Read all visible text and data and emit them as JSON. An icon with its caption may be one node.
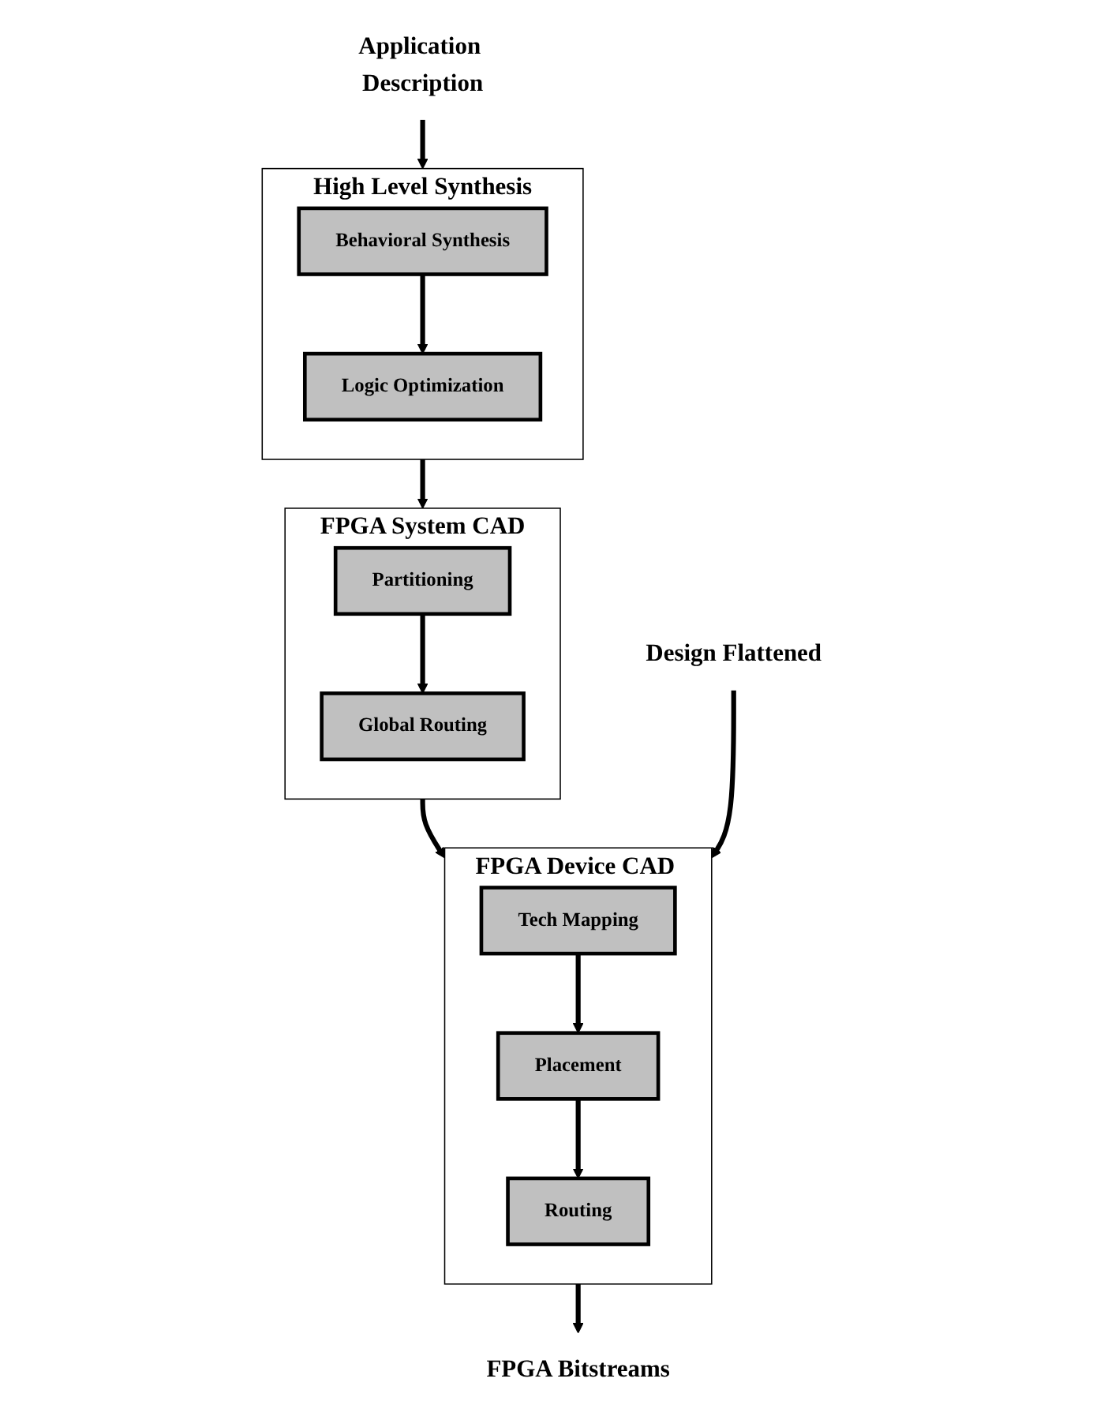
{
  "diagram": {
    "nodes": [
      {
        "text": [
          "Application Description"
        ]
      },
      {
        "text": [
          "High Level Synthesis"
        ]
      },
      {
        "text": [
          "Behavioral Synthesis"
        ],
        "in": 1
      },
      {
        "text": [
          "Logic Optimization"
        ],
        "in": 1
      },
      {
        "text": [
          "FPGA System CAD"
        ]
      },
      {
        "text": [
          "Partitioning"
        ],
        "in": 4
      },
      {
        "text": [
          "Global Routing"
        ],
        "in": 4
      },
      {
        "text": [
          "FPGA Device CAD (once per device)"
        ]
      },
      {
        "text": [
          "Tech Mapping"
        ],
        "in": 7
      },
      {
        "text": [
          "Placement"
        ],
        "in": 7
      },
      {
        "text": [
          "Routing"
        ],
        "in": 7
      },
      {
        "text": [
          "FPGA Bitstreams"
        ]
      },
      {
        "text": [
          "Design Flattened"
        ]
      }
    ],
    "edges": [
      {
        "from": 0,
        "to": 1,
        "arrow": "to"
      },
      {
        "from": 2,
        "to": 3,
        "arrow": "to"
      },
      {
        "from": 1,
        "to": 4,
        "arrow": "to"
      },
      {
        "from": 5,
        "to": 6,
        "arrow": "to"
      },
      {
        "from": 4,
        "to": 7,
        "arrow": "to"
      },
      {
        "from": 8,
        "to": 9,
        "arrow": "to"
      },
      {
        "from": 9,
        "to": 10,
        "arrow": "to"
      },
      {
        "from": 7,
        "to": 11,
        "arrow": "to"
      },
      {
        "from": 12,
        "to": 7,
        "arrow": "to"
      }
    ]
  }
}
